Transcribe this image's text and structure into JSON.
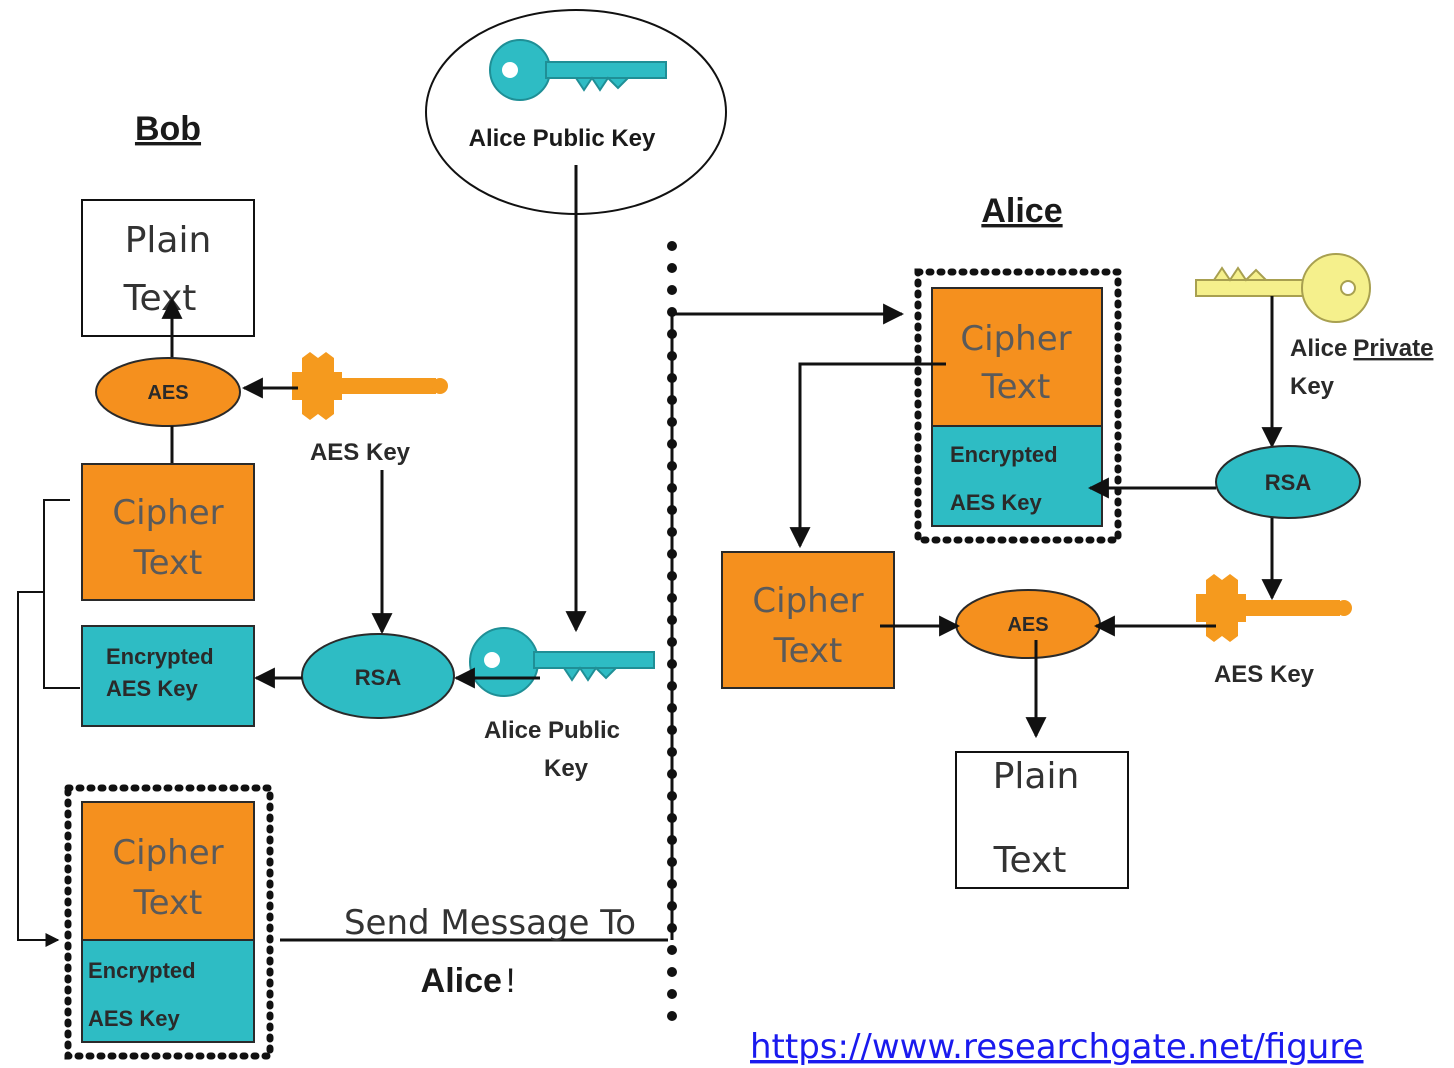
{
  "colors": {
    "cipher_fill": "#f5901e",
    "key_teal": "#2ebcc4",
    "key_orange": "#f59a1e",
    "key_yellow": "#f5f08c",
    "stroke": "#111111",
    "url": "#1a1aee"
  },
  "bob": {
    "title": "Bob",
    "plain_box": {
      "line1": "Plain",
      "line2": "Text"
    },
    "aes_label": "AES",
    "aes_key_label": "AES Key",
    "cipher_box": {
      "line1": "Cipher",
      "line2": "Text"
    },
    "encrypted_box": {
      "line1": "Encrypted",
      "line2": "AES Key"
    },
    "rsa_label": "RSA",
    "alice_public_key_label_line1": "Alice Public",
    "alice_public_key_label_line2": "Key",
    "package": {
      "cipher_line1": "Cipher",
      "cipher_line2": "Text",
      "enc_line1": "Encrypted",
      "enc_line2": "AES Key"
    },
    "send_label_line1": "Send Message To",
    "send_label_line2": "Alice",
    "send_label_exclaim": "!"
  },
  "top_key": {
    "label": "Alice Public Key"
  },
  "alice": {
    "title": "Alice",
    "package": {
      "cipher_line1": "Cipher",
      "cipher_line2": "Text",
      "enc_line1": "Encrypted",
      "enc_line2": "AES Key"
    },
    "private_key_label_part1": "Alice",
    "private_key_label_part2": "Private",
    "private_key_label_line2": "Key",
    "rsa_label": "RSA",
    "cipher_box": {
      "line1": "Cipher",
      "line2": "Text"
    },
    "aes_label": "AES",
    "aes_key_label": "AES Key",
    "plain_box": {
      "line1": "Plain",
      "line2": "Text"
    }
  },
  "source_url": "https://www.researchgate.net/figure"
}
